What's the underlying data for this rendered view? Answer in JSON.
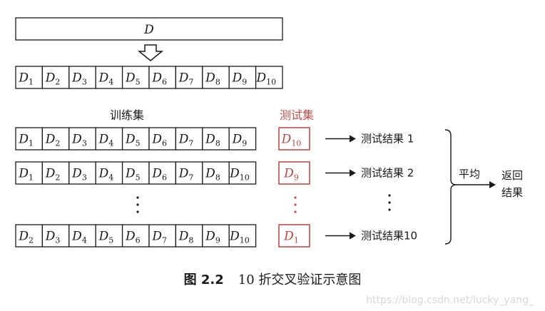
{
  "dataset": {
    "label": "D"
  },
  "partition": [
    {
      "m": "D",
      "s": "1"
    },
    {
      "m": "D",
      "s": "2"
    },
    {
      "m": "D",
      "s": "3"
    },
    {
      "m": "D",
      "s": "4"
    },
    {
      "m": "D",
      "s": "5"
    },
    {
      "m": "D",
      "s": "6"
    },
    {
      "m": "D",
      "s": "7"
    },
    {
      "m": "D",
      "s": "8"
    },
    {
      "m": "D",
      "s": "9"
    },
    {
      "m": "D",
      "s": "10"
    }
  ],
  "headers": {
    "train": "训练集",
    "test": "测试集"
  },
  "folds": [
    {
      "train": [
        {
          "m": "D",
          "s": "1"
        },
        {
          "m": "D",
          "s": "2"
        },
        {
          "m": "D",
          "s": "3"
        },
        {
          "m": "D",
          "s": "4"
        },
        {
          "m": "D",
          "s": "5"
        },
        {
          "m": "D",
          "s": "6"
        },
        {
          "m": "D",
          "s": "7"
        },
        {
          "m": "D",
          "s": "8"
        },
        {
          "m": "D",
          "s": "9"
        }
      ],
      "test": {
        "m": "D",
        "s": "10"
      },
      "result": "测试结果 1"
    },
    {
      "train": [
        {
          "m": "D",
          "s": "1"
        },
        {
          "m": "D",
          "s": "2"
        },
        {
          "m": "D",
          "s": "3"
        },
        {
          "m": "D",
          "s": "4"
        },
        {
          "m": "D",
          "s": "5"
        },
        {
          "m": "D",
          "s": "6"
        },
        {
          "m": "D",
          "s": "7"
        },
        {
          "m": "D",
          "s": "8"
        },
        {
          "m": "D",
          "s": "10"
        }
      ],
      "test": {
        "m": "D",
        "s": "9"
      },
      "result": "测试结果 2"
    },
    {
      "train": [
        {
          "m": "D",
          "s": "2"
        },
        {
          "m": "D",
          "s": "3"
        },
        {
          "m": "D",
          "s": "4"
        },
        {
          "m": "D",
          "s": "5"
        },
        {
          "m": "D",
          "s": "6"
        },
        {
          "m": "D",
          "s": "7"
        },
        {
          "m": "D",
          "s": "8"
        },
        {
          "m": "D",
          "s": "9"
        },
        {
          "m": "D",
          "s": "10"
        }
      ],
      "test": {
        "m": "D",
        "s": "1"
      },
      "result": "测试结果10"
    }
  ],
  "average": "平均",
  "return": [
    "返回",
    "结果"
  ],
  "caption": {
    "fig": "图 2.2",
    "text": "10 折交叉验证示意图"
  },
  "watermark": "https://blog.csdn.net/lucky_yang_",
  "colors": {
    "test": "#c0504d",
    "line": "#1a1a1a"
  }
}
